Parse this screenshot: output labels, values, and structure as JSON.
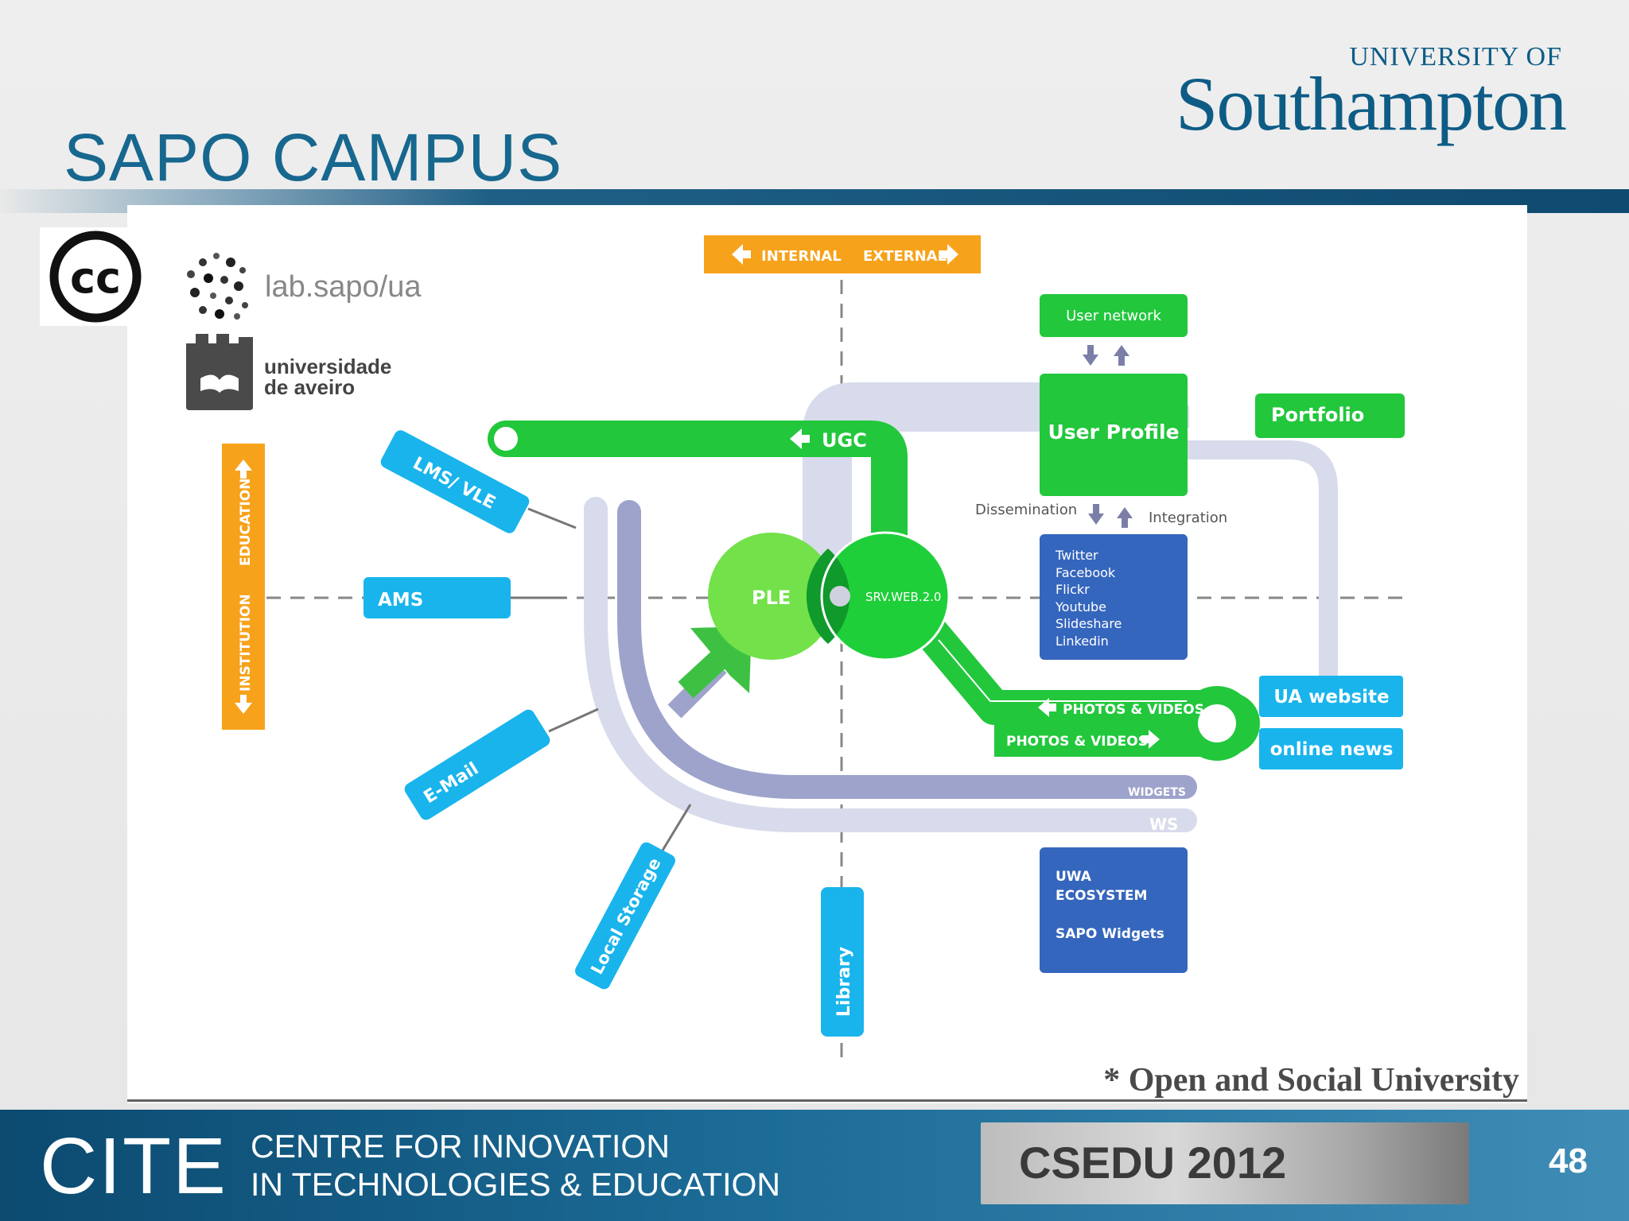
{
  "slide": {
    "title": "SAPO CAMPUS",
    "page_number": "48"
  },
  "logo": {
    "line1": "UNIVERSITY OF",
    "line2": "Southampton"
  },
  "footer": {
    "cite": "CITE",
    "sub_line1": "CENTRE FOR INNOVATION",
    "sub_line2": "IN TECHNOLOGIES & EDUCATION",
    "conference_badge": "CSEDU 2012"
  },
  "diagram": {
    "partners": {
      "cc_badge": "cc",
      "lab": "lab.sapo/ua",
      "univ_line1": "universidade",
      "univ_line2": "de aveiro"
    },
    "axes": {
      "internal": "INTERNAL",
      "external": "EXTERNAL",
      "education": "EDUCATION",
      "institution": "INSTITUTION"
    },
    "nodes": {
      "user_network": "User network",
      "user_profile": "User Profile",
      "portfolio": "Portfolio",
      "ugc": "UGC",
      "dissemination": "Dissemination",
      "integration": "Integration",
      "social_services": [
        "Twitter",
        "Facebook",
        "Flickr",
        "Youtube",
        "Slideshare",
        "Linkedin"
      ],
      "lms": "LMS/ VLE",
      "ams": "AMS",
      "email": "E-Mail",
      "local_storage": "Local Storage",
      "library": "Library",
      "ple": "PLE",
      "srv": "SRV.WEB.2.0",
      "photos_in": "PHOTOS & VIDEOS",
      "photos_out": "PHOTOS & VIDEOS",
      "ua_website": "UA website",
      "online_news": "online news",
      "widgets": "WIDGETS",
      "ws": "WS",
      "uwa_line1": "UWA",
      "uwa_line2": "ECOSYSTEM",
      "uwa_line3": "SAPO Widgets"
    },
    "caption": "* Open and Social University",
    "colors": {
      "green": "#22c73c",
      "blue_box": "#3566bd",
      "cyan": "#19b4ec",
      "orange": "#f7a21b",
      "pale_track": "#d8dbeb",
      "mid_track": "#9ea3cc"
    }
  }
}
